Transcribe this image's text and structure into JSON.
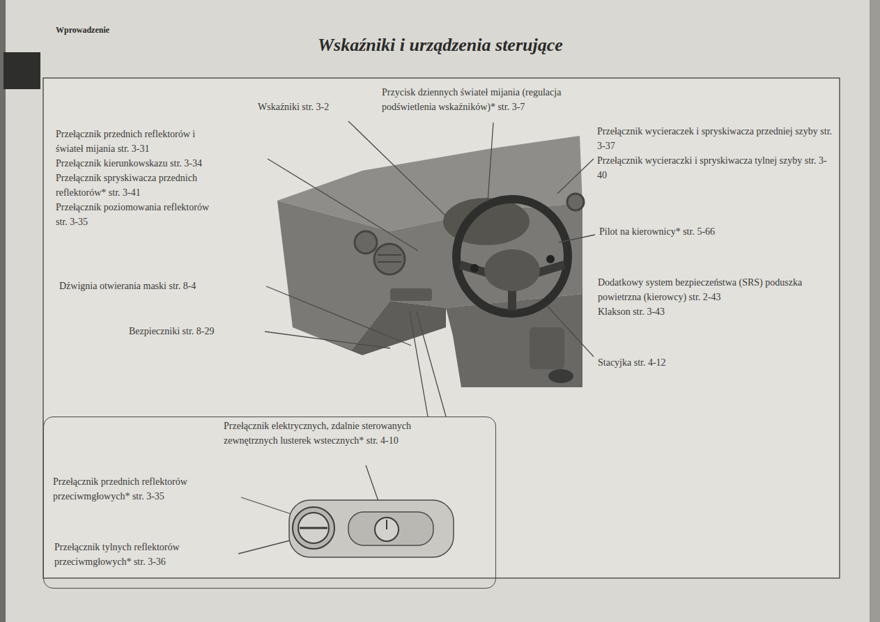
{
  "diagram": {
    "title": "Wskaźniki i urządzenia sterujące",
    "nodes": [
      {
        "text": [
          "Przełącznik elektrycznych, zdalnie sterowanych zewnętrznych lusterek wstecznych* str. 4-10",
          "Przełącznik przednich reflektorów przeciwmgłowych* str. 3-35",
          "Przełącznik tylnych reflektorów przeciwmgłowych* str. 3-36"
        ]
      }
    ],
    "labels": [
      "Wprowadzenie",
      "Wskaźniki str. 3-2",
      "Przycisk dziennych świateł mijania (regulacja podświetlenia wskaźników)* str. 3-7",
      "Przełącznik przednich reflektorów i świateł mijania str. 3-31",
      "Przełącznik kierunkowskazu str. 3-34",
      "Przełącznik spryskiwacza przednich reflektorów* str. 3-41",
      "Przełącznik poziomowania reflektorów str. 3-35",
      "Dźwignia otwierania maski str. 8-4",
      "Bezpieczniki str. 8-29",
      "Przełącznik wycieraczek i spryskiwacza przedniej szyby str. 3-37",
      "Przełącznik wycieraczki i spryskiwacza tylnej szyby str. 3-40",
      "Pilot na kierownicy* str. 5-66",
      "Dodatkowy system bezpieczeństwa (SRS) poduszka powietrzna (kierowcy) str. 2-43",
      "Klakson str. 3-43",
      "Stacyjka str. 4-12"
    ]
  }
}
